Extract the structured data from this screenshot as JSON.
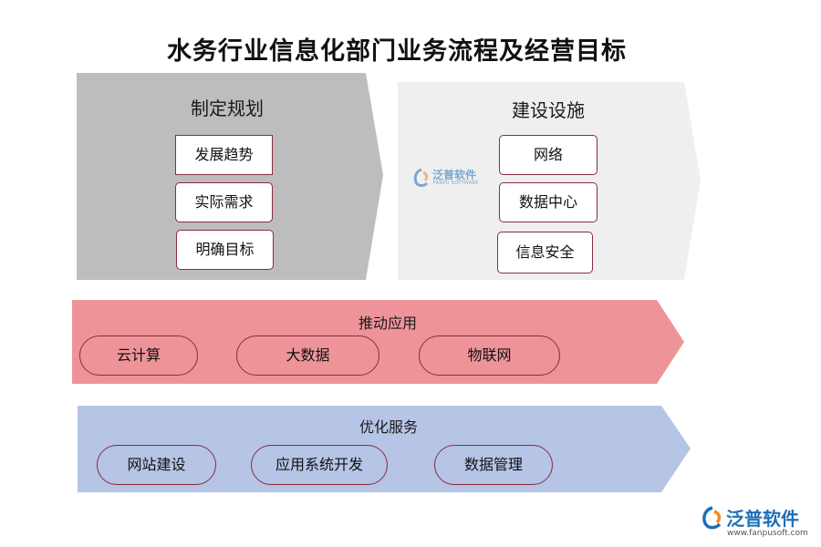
{
  "title": "水务行业信息化部门业务流程及经营目标",
  "colors": {
    "panel_gray": "#bdbdbd",
    "panel_light": "#efefef",
    "band_red": "#ee9499",
    "band_blue": "#b6c4e6",
    "border": "#8b2c3c",
    "logo_blue": "#1e6fb8",
    "logo_orange": "#f08c1e"
  },
  "sections": {
    "plan": {
      "title": "制定规划",
      "items": [
        "发展趋势",
        "实际需求",
        "明确目标"
      ]
    },
    "build": {
      "title": "建设设施",
      "items": [
        "网络",
        "数据中心",
        "信息安全"
      ]
    },
    "apply": {
      "title": "推动应用",
      "items": [
        "云计算",
        "大数据",
        "物联网"
      ]
    },
    "service": {
      "title": "优化服务",
      "items": [
        "网站建设",
        "应用系统开发",
        "数据管理"
      ]
    }
  },
  "watermark_center": {
    "name": "泛普软件",
    "sub": "FANPU SOFTWARE"
  },
  "watermark_corner": {
    "name": "泛普软件",
    "url": "www.fanpusoft.com"
  }
}
